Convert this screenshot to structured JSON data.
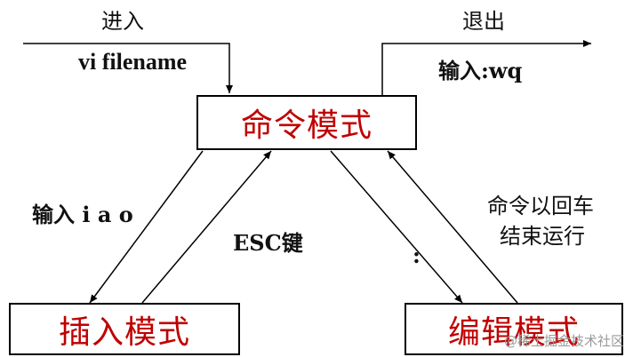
{
  "labels": {
    "enter": "进入",
    "exit": "退出",
    "vi_command": "vi filename",
    "input_wq": "输入:wq",
    "input_iao": "输入 i a o",
    "esc_key": "ESC键",
    "command_run_1": "命令以回车",
    "command_run_2": "结束运行",
    "colon": ":"
  },
  "modes": {
    "command": "命令模式",
    "insert": "插入模式",
    "edit": "编辑模式"
  },
  "watermark": "@稀土掘金技术社区",
  "colors": {
    "mode_text": "#c00000",
    "line": "#000000"
  }
}
